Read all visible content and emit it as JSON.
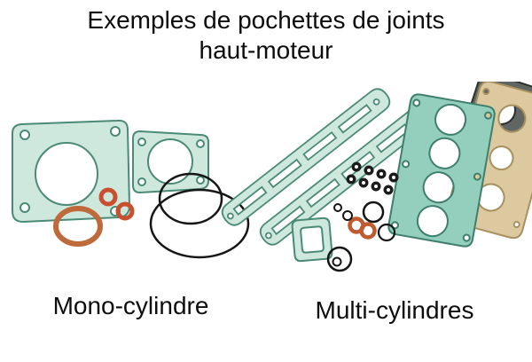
{
  "title": {
    "line1": "Exemples de pochettes de joints",
    "line2": "haut-moteur"
  },
  "captions": {
    "mono": "Mono-cylindre",
    "multi": "Multi-cylindres"
  },
  "colors": {
    "background": "#ffffff",
    "text": "#0d0d0d",
    "gasket_mint": "#cfe8dd",
    "gasket_mint_stroke": "#4a8a77",
    "head_gasket_teal": "#93cfbc",
    "head_gasket_stroke": "#3f7f6d",
    "copper": "#bf6a3a",
    "orange_oring": "#c94f2f",
    "rubber_black": "#1c1c1c",
    "tan_gasket": "#dcc9a0",
    "tan_gasket_stroke": "#a8915f",
    "dark_cover": "#5f6663"
  }
}
